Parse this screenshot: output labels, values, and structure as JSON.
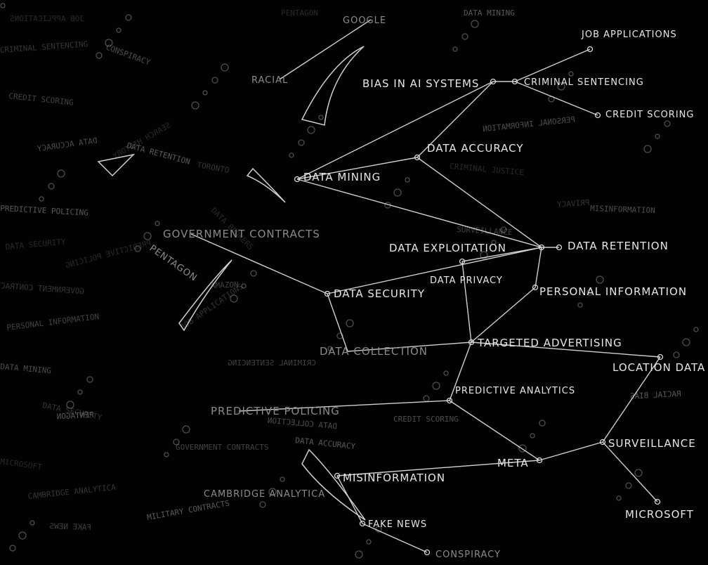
{
  "diagram": {
    "nodes": [
      {
        "id": "google",
        "label": "GOOGLE"
      },
      {
        "id": "job_applications",
        "label": "JOB APPLICATIONS"
      },
      {
        "id": "bias_ai",
        "label": "BIAS IN AI SYSTEMS"
      },
      {
        "id": "criminal_sentencing",
        "label": "CRIMINAL SENTENCING"
      },
      {
        "id": "credit_scoring",
        "label": "CREDIT SCORING"
      },
      {
        "id": "data_accuracy",
        "label": "DATA ACCURACY"
      },
      {
        "id": "data_mining",
        "label": "DATA MINING"
      },
      {
        "id": "data_exploitation",
        "label": "DATA EXPLOITATION"
      },
      {
        "id": "data_retention",
        "label": "DATA RETENTION"
      },
      {
        "id": "data_privacy",
        "label": "DATA PRIVACY"
      },
      {
        "id": "personal_information",
        "label": "PERSONAL INFORMATION"
      },
      {
        "id": "data_security",
        "label": "DATA SECURITY"
      },
      {
        "id": "targeted_advertising",
        "label": "TARGETED ADVERTISING"
      },
      {
        "id": "location_data",
        "label": "LOCATION DATA"
      },
      {
        "id": "predictive_analytics",
        "label": "PREDICTIVE ANALYTICS"
      },
      {
        "id": "surveillance",
        "label": "SURVEILLANCE"
      },
      {
        "id": "meta",
        "label": "META"
      },
      {
        "id": "misinformation",
        "label": "MISINFORMATION"
      },
      {
        "id": "microsoft",
        "label": "MICROSOFT"
      },
      {
        "id": "cambridge_analytica",
        "label": "CAMBRIDGE ANALYTICA"
      },
      {
        "id": "fake_news",
        "label": "FAKE NEWS"
      },
      {
        "id": "conspiracy",
        "label": "CONSPIRACY"
      },
      {
        "id": "government_contracts",
        "label": "GOVERNMENT CONTRACTS"
      },
      {
        "id": "data_collection",
        "label": "DATA COLLECTION"
      },
      {
        "id": "predictive_policing",
        "label": "PREDICTIVE POLICING"
      },
      {
        "id": "pentagon",
        "label": "PENTAGON"
      },
      {
        "id": "racial",
        "label": "RACIAL"
      }
    ],
    "edges": [
      [
        "bias_ai",
        "criminal_sentencing"
      ],
      [
        "criminal_sentencing",
        "job_applications"
      ],
      [
        "criminal_sentencing",
        "credit_scoring"
      ],
      [
        "bias_ai",
        "data_mining"
      ],
      [
        "bias_ai",
        "data_accuracy"
      ],
      [
        "data_mining",
        "data_accuracy"
      ],
      [
        "data_accuracy",
        "data_exploitation"
      ],
      [
        "data_mining",
        "data_exploitation"
      ],
      [
        "data_exploitation",
        "data_retention"
      ],
      [
        "data_exploitation",
        "data_privacy"
      ],
      [
        "data_exploitation",
        "personal_information"
      ],
      [
        "data_exploitation",
        "data_security"
      ],
      [
        "data_privacy",
        "targeted_advertising"
      ],
      [
        "personal_information",
        "targeted_advertising"
      ],
      [
        "targeted_advertising",
        "location_data"
      ],
      [
        "targeted_advertising",
        "data_collection"
      ],
      [
        "targeted_advertising",
        "predictive_analytics"
      ],
      [
        "predictive_analytics",
        "meta"
      ],
      [
        "predictive_analytics",
        "predictive_policing"
      ],
      [
        "location_data",
        "surveillance"
      ],
      [
        "surveillance",
        "meta"
      ],
      [
        "surveillance",
        "microsoft"
      ],
      [
        "meta",
        "misinformation"
      ],
      [
        "misinformation",
        "fake_news"
      ],
      [
        "fake_news",
        "conspiracy"
      ],
      [
        "government_contracts",
        "data_security"
      ],
      [
        "data_security",
        "data_collection"
      ],
      [
        "google",
        "racial"
      ]
    ],
    "background_scribbles": [
      "JOB APPLICATIONS",
      "CRIMINAL SENTENCING",
      "CREDIT SCORING",
      "DATA ACCURACY",
      "PREDICTIVE POLICING",
      "DATA SECURITY",
      "GOVERNMENT CONTRACTS",
      "PERSONAL INFORMATION",
      "DATA MINING",
      "PENTAGON",
      "MICROSOFT",
      "CAMBRIDGE ANALYTICA",
      "FAKE NEWS",
      "CONSPIRACY",
      "DATA RETENTION",
      "SEARCH HISTORY",
      "TORONTO",
      "AMAZON",
      "DATA COLLECTION",
      "MILITARY CONTRACTS",
      "CRIMINAL JUSTICE",
      "PRIVACY",
      "SURVEILLANCE",
      "MISINFORMATION",
      "RACIAL BIAS",
      "DATA BROKERS"
    ],
    "colors": {
      "background": "#020202",
      "ink": "#e6e6e6",
      "faint": "#8a8a8a"
    }
  }
}
